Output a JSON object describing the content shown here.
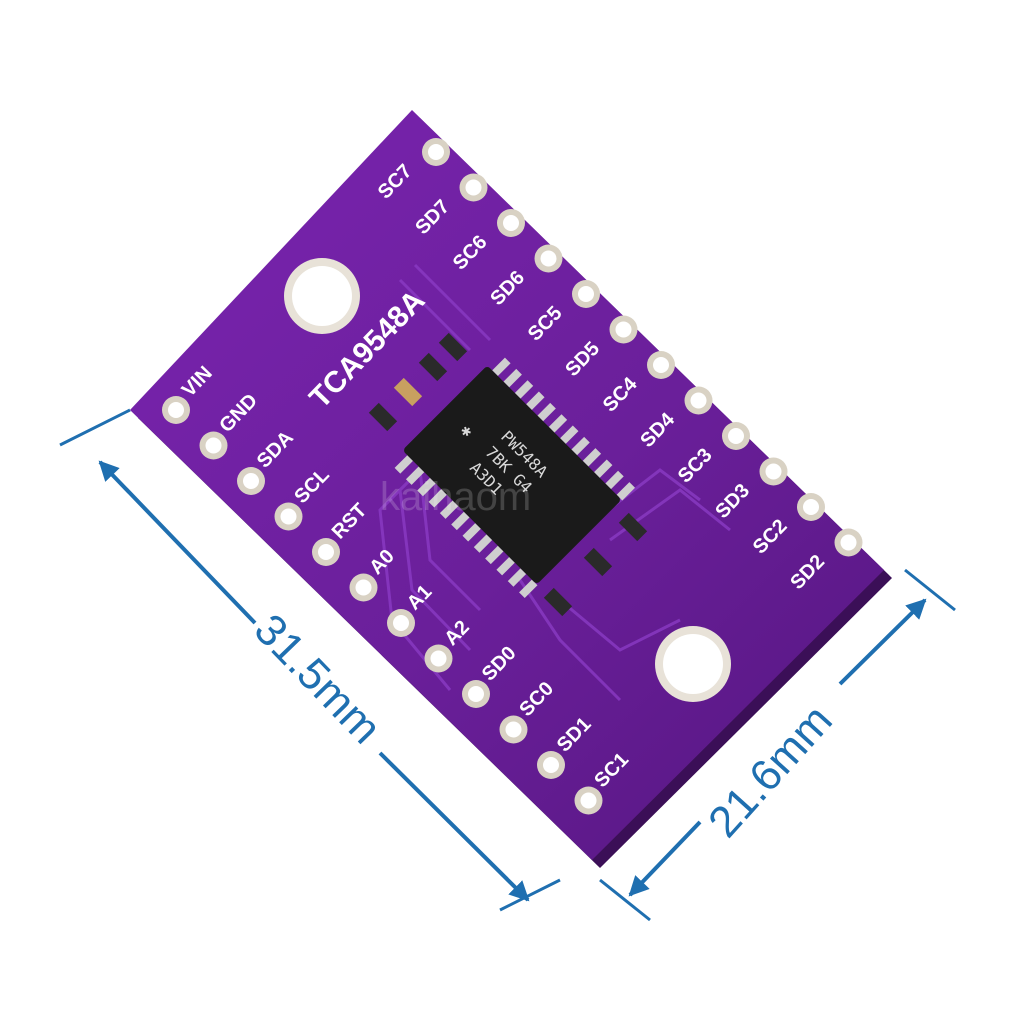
{
  "product": {
    "chip_label": "TCA9548A",
    "ic_marking": [
      "PW548A",
      "7BK G4",
      "A3D1"
    ],
    "left_pins": [
      "VIN",
      "GND",
      "SDA",
      "SCL",
      "RST",
      "A0",
      "A1",
      "A2",
      "SD0",
      "SC0",
      "SD1",
      "SC1"
    ],
    "right_pins": [
      "SC7",
      "SD7",
      "SC6",
      "SD6",
      "SC5",
      "SD5",
      "SC4",
      "SD4",
      "SC3",
      "SD3",
      "SC2",
      "SD2"
    ],
    "watermark": "kaihaom"
  },
  "dimensions": {
    "length": "31.5mm",
    "width": "21.6mm"
  },
  "colors": {
    "board": "#6a1f9a",
    "board_dark": "#4e1573",
    "dimension": "#1f6fb0",
    "silkscreen": "#ffffff",
    "pad": "#d9d2c4"
  }
}
